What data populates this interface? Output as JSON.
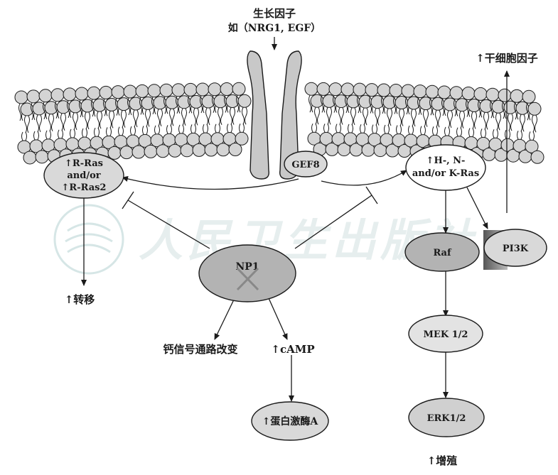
{
  "top_label": {
    "line1": "生长因子",
    "line2": "如（NRG1, EGF）"
  },
  "stem_cell_label": "↑干细胞因子",
  "watermark": "人民卫生出版社",
  "nodes": {
    "r_ras": {
      "line1": "↑R-Ras",
      "line2": "and/or",
      "line3": "↑R-Ras2",
      "color": "#d9d9d9"
    },
    "gef8": {
      "label": "GEF8",
      "color": "#d9d9d9"
    },
    "hnk_ras": {
      "line1": "↑H-, N-",
      "line2": "and/or K-Ras",
      "color": "#ffffff"
    },
    "np1": {
      "label": "NP1",
      "color": "#b3b3b3"
    },
    "raf": {
      "label": "Raf",
      "color": "#b3b3b3"
    },
    "pi3k": {
      "label": "PI3K",
      "color": "#d9d9d9"
    },
    "mek": {
      "label": "MEK 1/2",
      "color": "#e3e3e3"
    },
    "erk": {
      "label": "ERK1/2",
      "color": "#d0d0d0"
    },
    "pka": {
      "label": "↑蛋白激酶A"
    }
  },
  "outcomes": {
    "metastasis": "↑转移",
    "calcium": "钙信号通路改变",
    "camp": "↑cAMP",
    "proliferation": "↑增殖"
  },
  "colors": {
    "membrane_head": "#d4d4d4",
    "receptor": "#c8c8c8",
    "inhibit_mark": "#888888"
  }
}
